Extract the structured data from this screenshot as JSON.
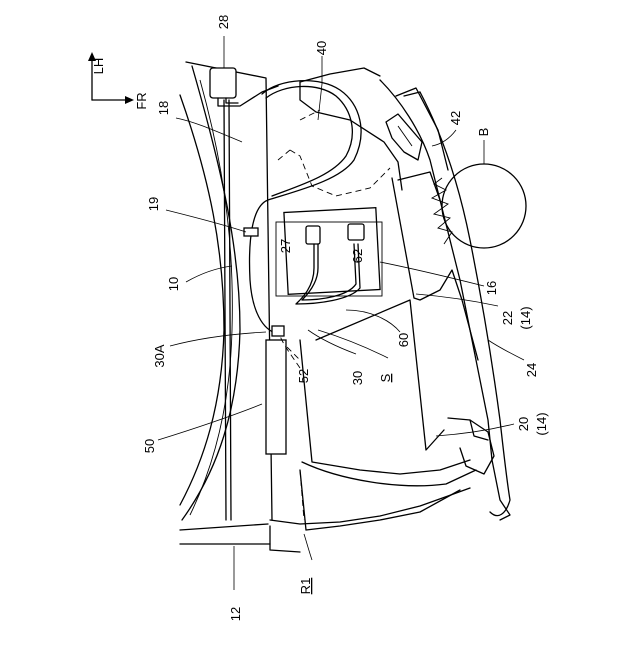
{
  "direction": {
    "lh": "LH",
    "fr": "FR"
  },
  "labels": {
    "l28": "28",
    "l40": "40",
    "l18": "18",
    "l42": "42",
    "lB": "B",
    "l19": "19",
    "l27": "27",
    "l62": "62",
    "l10": "10",
    "l16": "16",
    "l22": "22",
    "l22sub": "(14)",
    "l60": "60",
    "l30A": "30A",
    "l52": "52",
    "l30": "30",
    "lS": "S",
    "l24": "24",
    "l20": "20",
    "l20sub": "(14)",
    "l50": "50",
    "lR1": "R1",
    "l12": "12"
  }
}
